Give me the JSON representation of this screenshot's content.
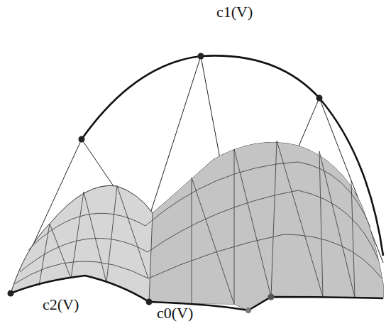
{
  "diagram": {
    "labels": [
      "c1(V)",
      "c2(V)",
      "c0(V)"
    ]
  }
}
